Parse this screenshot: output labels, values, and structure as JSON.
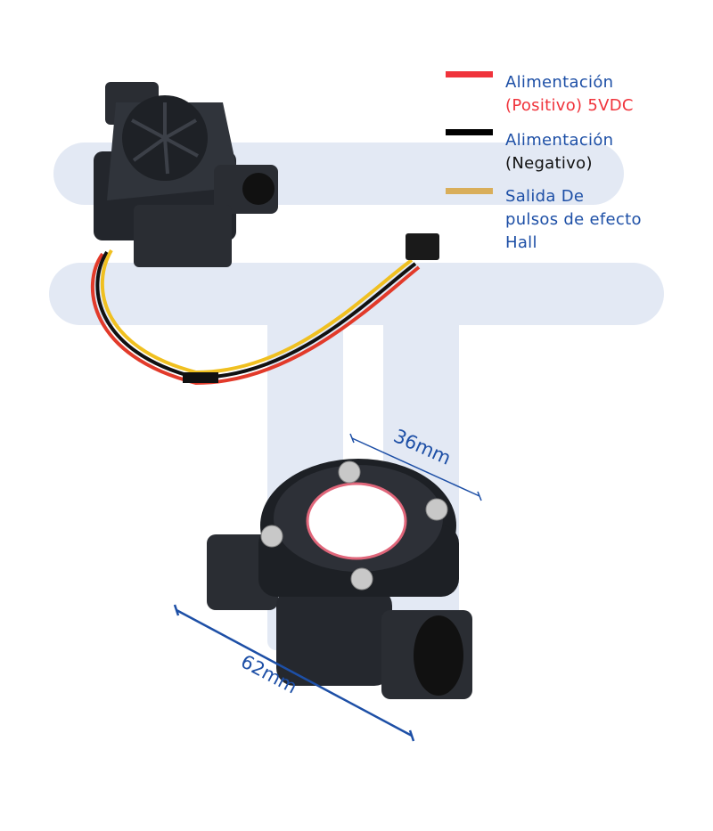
{
  "legend": [
    {
      "line1": "Alimentación",
      "line2": "(Positivo) 5VDC",
      "color": "#f0333b",
      "line2_color": "#f0333b"
    },
    {
      "line1": "Alimentación",
      "line2": "(Negativo)",
      "color": "#000000",
      "line2_color": "#111111"
    },
    {
      "line1": "Salida De",
      "line2": "pulsos de efecto",
      "line3": "Hall",
      "color": "#d9ae5a"
    }
  ],
  "dimensions": {
    "width_label": "36mm",
    "length_label": "62mm"
  },
  "colors": {
    "accent": "#1d4fa6",
    "watermark": "#e3e9f4"
  }
}
